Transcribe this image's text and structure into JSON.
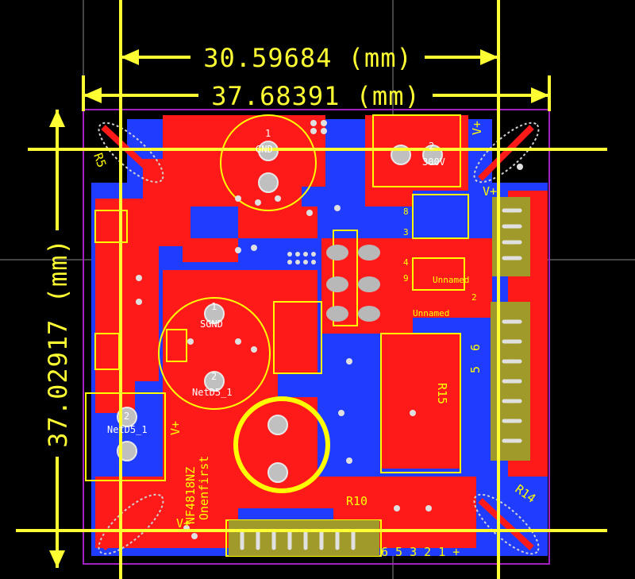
{
  "dimensions": {
    "inner_width": "30.59684 (mm)",
    "outer_width": "37.68391 (mm)",
    "height": "37.02917 (mm)"
  },
  "silkscreen": {
    "gnd": "GND",
    "sgnd": "SGND",
    "netd5_center": "NetD5_1",
    "netd5_left": "NetD5_1",
    "r5": "R5",
    "r10": "R10",
    "r14": "R14",
    "r15": "R15",
    "part_nf": "NF4818NZ",
    "part_onen": "Onenfirst",
    "vplus_left": "V+",
    "vplus_bottom": "V+",
    "vplus_top_right": "V+",
    "vplus_right": "V+",
    "cap_label": "300V",
    "unnamed_1": "Unnamed",
    "unnamed_2": "Unnamed",
    "pin_row": "6 5 3 2 1 +",
    "pin_one_a": "1",
    "pin_two_a": "2",
    "pin_one_b": "1",
    "pin_two_b": "2",
    "pin_two_c": "2",
    "pin_two_d": "2",
    "num_4": "4",
    "num_5": "5",
    "num_6": "6",
    "num_3": "3",
    "num_8": "8",
    "num_9": "9"
  },
  "colors": {
    "background": "#000000",
    "top_copper": "#ff1a1a",
    "bottom_copper": "#1f3cff",
    "silkscreen": "#ffff00",
    "dimension": "#ffff33",
    "outline": "#a020c0",
    "pad": "#c0c0c0",
    "connector": "#a09a2a",
    "grid": "#8a8a8a"
  }
}
